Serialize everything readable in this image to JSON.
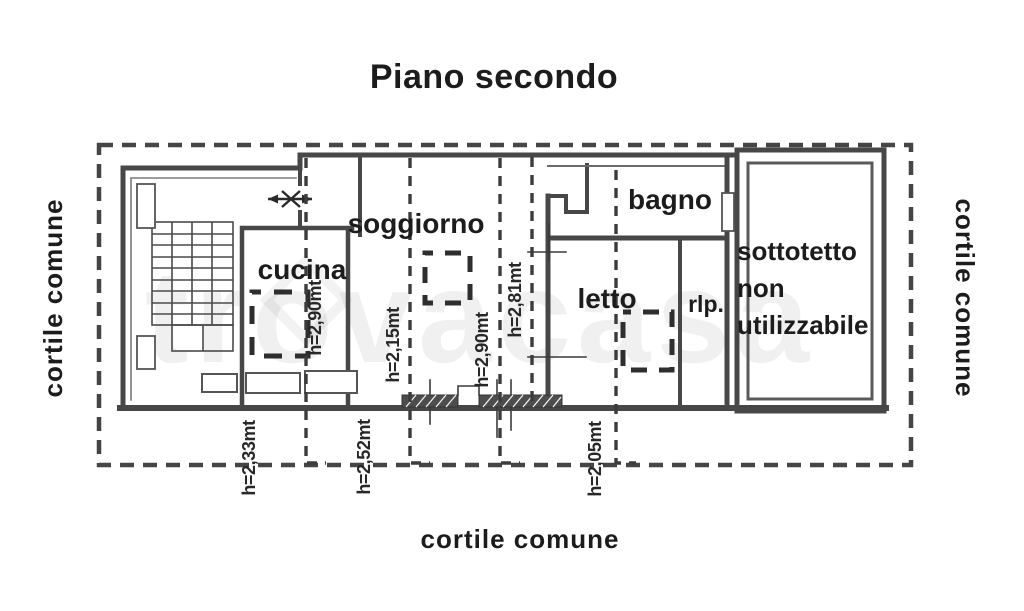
{
  "title": "Piano secondo",
  "watermark": "trovacasa",
  "courtyard": {
    "left": "cortile comune",
    "right": "cortile comune",
    "bottom": "cortile comune"
  },
  "rooms": {
    "cucina": "cucina",
    "soggiorno": "soggiorno",
    "bagno": "bagno",
    "letto": "letto",
    "rlp": "rlp.",
    "sottotetto": [
      "sottotetto",
      "non",
      "utilizzabile"
    ]
  },
  "measurements": {
    "cucina": "h=2,90mt",
    "below_left": "h=2,33mt",
    "soggiorno_left": "h=2,15mt",
    "below_center": "h=2,52mt",
    "soggiorno_right": "h=2,90mt",
    "bedroom_wall": "h=2,81mt",
    "below_right": "h=2,05mt"
  },
  "colors": {
    "ink": "#1c1c1c",
    "wall": "#474747",
    "boundary": "#454545",
    "measure_line": "#3c3c3c"
  }
}
